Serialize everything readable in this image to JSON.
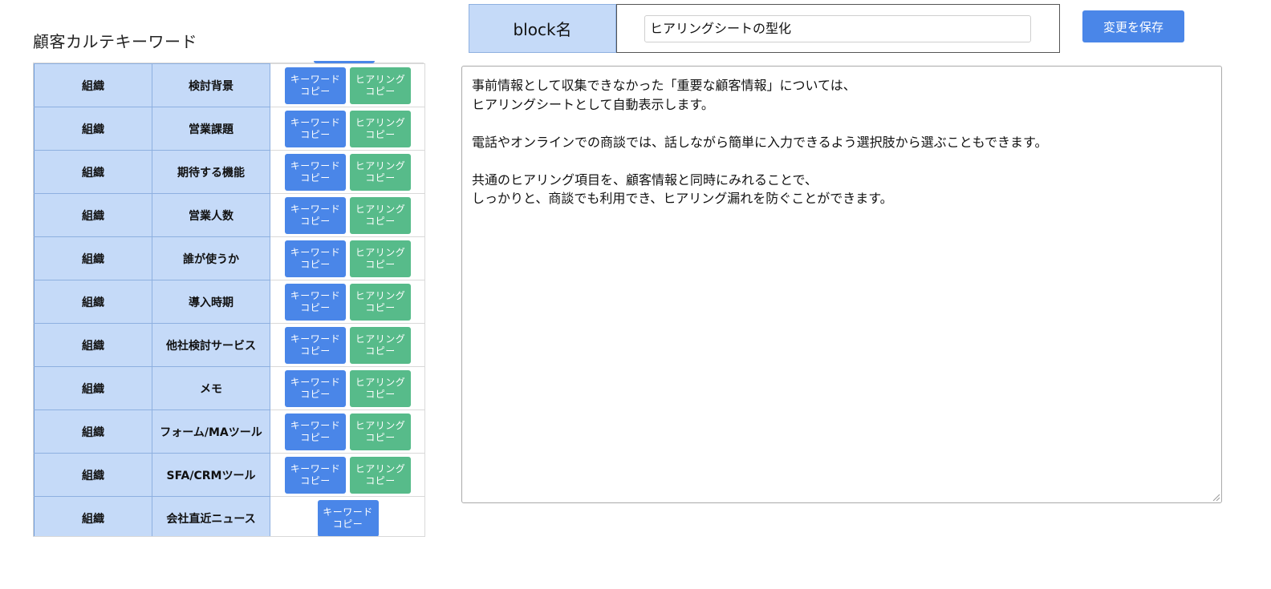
{
  "page": {
    "title": "顧客カルテキーワード"
  },
  "keyword_table": {
    "keyword_button": [
      "キーワード",
      "コピー"
    ],
    "hearing_button": [
      "ヒアリング",
      "コピー"
    ],
    "rows": [
      {
        "category": "組織",
        "item": "検討背景",
        "hearing": true
      },
      {
        "category": "組織",
        "item": "営業課題",
        "hearing": true
      },
      {
        "category": "組織",
        "item": "期待する機能",
        "hearing": true
      },
      {
        "category": "組織",
        "item": "営業人数",
        "hearing": true
      },
      {
        "category": "組織",
        "item": "誰が使うか",
        "hearing": true
      },
      {
        "category": "組織",
        "item": "導入時期",
        "hearing": true
      },
      {
        "category": "組織",
        "item": "他社検討サービス",
        "hearing": true
      },
      {
        "category": "組織",
        "item": "メモ",
        "hearing": true
      },
      {
        "category": "組織",
        "item": "フォーム/MAツール",
        "hearing": true
      },
      {
        "category": "組織",
        "item": "SFA/CRMツール",
        "hearing": true
      },
      {
        "category": "組織",
        "item": "会社直近ニュース",
        "hearing": false
      }
    ]
  },
  "block": {
    "label": "block名",
    "name_value": "ヒアリングシートの型化",
    "save_label": "変更を保存",
    "description": "事前情報として収集できなかった「重要な顧客情報」については、\nヒアリングシートとして自動表示します。\n\n電話やオンラインでの商談では、話しながら簡単に入力できるよう選択肢から選ぶこともできます。\n\n共通のヒアリング項目を、顧客情報と同時にみれることで、\nしっかりと、商談でも利用でき、ヒアリング漏れを防ぐことができます。"
  },
  "colors": {
    "keyword_button": "#4a86e8",
    "hearing_button": "#57bb8a",
    "label_cell": "#c5daf8"
  }
}
